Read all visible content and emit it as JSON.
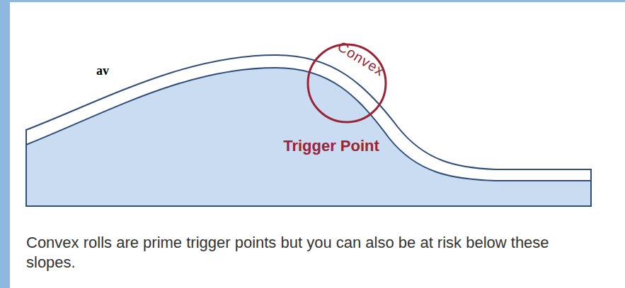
{
  "diagram": {
    "caption": "Convex rolls are prime trigger points but you can also be at risk below these slopes.",
    "nodes": [
      {
        "text": [
          "Convex"
        ]
      }
    ],
    "labels": [
      "Trigger Point",
      "av"
    ]
  }
}
